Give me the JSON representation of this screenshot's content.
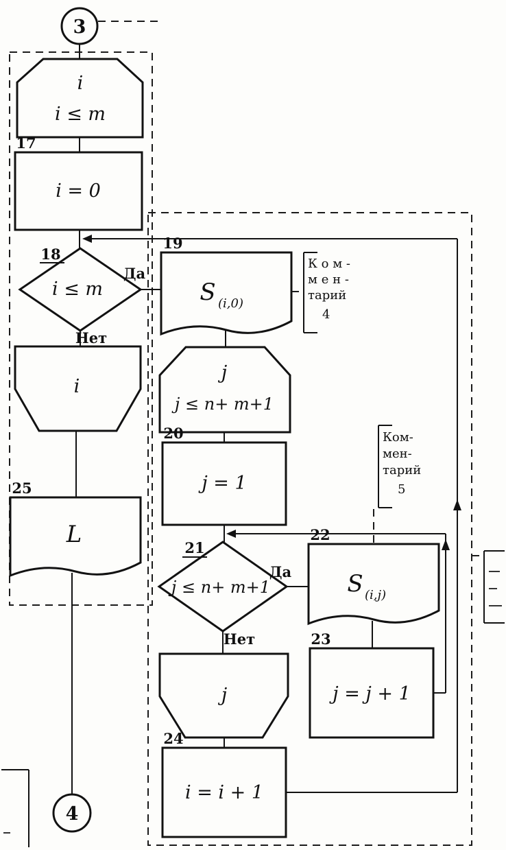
{
  "connectors": {
    "top_circle": "3",
    "bottom_circle": "4"
  },
  "branch_labels": {
    "yes": "Да",
    "no": "Нет"
  },
  "blocks": {
    "loop_i_begin": {
      "var": "i",
      "cond": "i ≤ m"
    },
    "b17": {
      "num": "17",
      "text": "i = 0"
    },
    "b18": {
      "num": "18",
      "text": "i ≤ m"
    },
    "b19": {
      "num": "19",
      "sym": "S",
      "sub": "(i,0)"
    },
    "loop_j_begin": {
      "var": "j",
      "cond": "j ≤ n+ m+1"
    },
    "b20": {
      "num": "20",
      "text": "j = 1"
    },
    "b21": {
      "num": "21",
      "text": "j ≤ n+ m+1"
    },
    "b22": {
      "num": "22",
      "sym": "S",
      "sub": "(i,j)"
    },
    "b23": {
      "num": "23",
      "text": "j = j + 1"
    },
    "loop_j_end": {
      "var": "j"
    },
    "b24": {
      "num": "24",
      "text": "i = i + 1"
    },
    "loop_i_end": {
      "var": "i"
    },
    "b25": {
      "num": "25",
      "text": "L"
    }
  },
  "comments": {
    "c4": {
      "l1": "К о м -",
      "l2": "м е н -",
      "l3": "тарий",
      "l4": "4"
    },
    "c5": {
      "l1": "Ком-",
      "l2": "мен-",
      "l3": "тарий",
      "l4": "5"
    }
  }
}
